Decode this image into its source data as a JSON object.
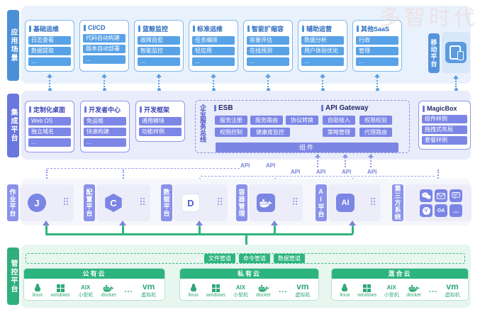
{
  "watermark": "多智时代",
  "api_label": "API",
  "app": {
    "label": "应用场景",
    "cards": [
      {
        "title": "基础运维",
        "items": [
          "日志查看",
          "数据提取",
          "..."
        ]
      },
      {
        "title": "CI/CD",
        "items": [
          "代码自动构建",
          "版本自动部署",
          "..."
        ]
      },
      {
        "title": "蓝鲸监控",
        "items": [
          "故障自愈",
          "智能监控",
          "..."
        ]
      },
      {
        "title": "标准运维",
        "items": [
          "任务编排",
          "轻应用",
          "..."
        ]
      },
      {
        "title": "智能扩缩容",
        "items": [
          "容量评估",
          "在线预测",
          "..."
        ]
      },
      {
        "title": "辅助运营",
        "items": [
          "数据分析",
          "用户体验优化",
          "..."
        ]
      },
      {
        "title": "其他SaaS",
        "items": [
          "行政",
          "管理",
          "..."
        ]
      }
    ],
    "mobile_label": "移动平台"
  },
  "integration": {
    "label": "集成平台",
    "cards": [
      {
        "title": "定制化桌面",
        "items": [
          "Web OS",
          "独立域名",
          "..."
        ]
      },
      {
        "title": "开发者中心",
        "items": [
          "免运维",
          "快速构建",
          "..."
        ]
      },
      {
        "title": "开发框架",
        "items": [
          "通用模块",
          "功能样例"
        ]
      }
    ],
    "bus_label": "企业服务总线",
    "esb": {
      "title": "ESB",
      "row1": [
        "服务注册",
        "服务路由",
        "协议转换"
      ],
      "row2": [
        "权限控制",
        "健康度监控"
      ]
    },
    "gateway": {
      "title": "API Gateway",
      "row1": [
        "自助接入",
        "权限校验"
      ],
      "row2": [
        "策略管理",
        "代理路由"
      ]
    },
    "component_bar": "组件",
    "magicbox": {
      "title": "MagicBox",
      "items": [
        "组件样例",
        "拖拽式布局",
        "套餐样例"
      ]
    }
  },
  "paas": {
    "blocks": [
      {
        "label": "作业平台",
        "icon": "J"
      },
      {
        "label": "配置平台",
        "icon": "C"
      },
      {
        "label": "数据平台",
        "icon": "D"
      },
      {
        "label": "容器管理",
        "icon": "docker-whale"
      },
      {
        "label": "AI平台",
        "icon": "AI"
      },
      {
        "label": "第三方系统",
        "icon": "third-party-icons"
      }
    ],
    "third_party_oa": "OA",
    "third_party_more": "..."
  },
  "control": {
    "label": "管控平台",
    "pipes": [
      "文件管道",
      "命令管道",
      "数据管道"
    ],
    "clouds": [
      "公有云",
      "私有云",
      "混合云"
    ],
    "items": {
      "linux": "linux",
      "windows": "windows",
      "aix_top": "AIX",
      "aix": "小型机",
      "docker": "docker",
      "more": "...",
      "vm_top": "vm",
      "vm": "虚拟机"
    }
  },
  "colors": {
    "blue": "#4a90d9",
    "indigo": "#6977de",
    "purple": "#7b85e4",
    "green": "#2eb57f"
  }
}
